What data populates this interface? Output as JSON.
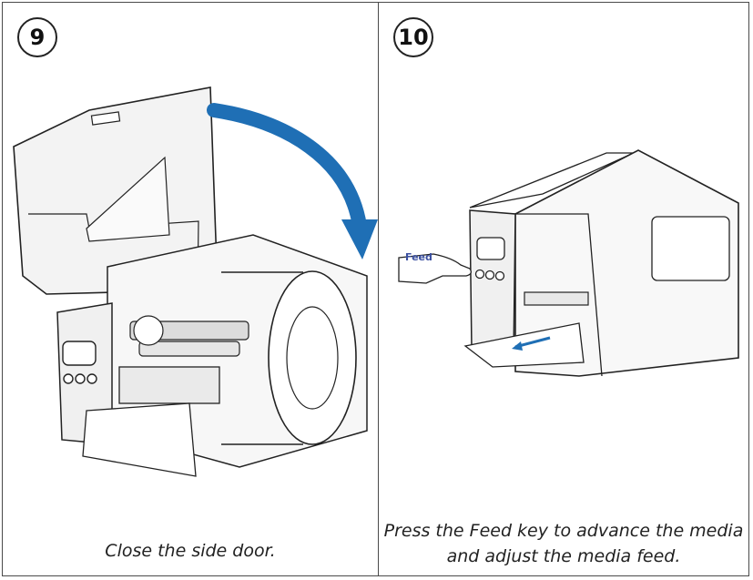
{
  "steps": [
    {
      "number": "9",
      "caption": "Close the side door."
    },
    {
      "number": "10",
      "caption_line1": "Press the Feed key to advance the media",
      "caption_line2": "and adjust the media feed."
    }
  ],
  "feed_label": "Feed",
  "colors": {
    "arrow": "#1f6fb5",
    "line": "#222222",
    "panel": "#f4f4f4"
  }
}
